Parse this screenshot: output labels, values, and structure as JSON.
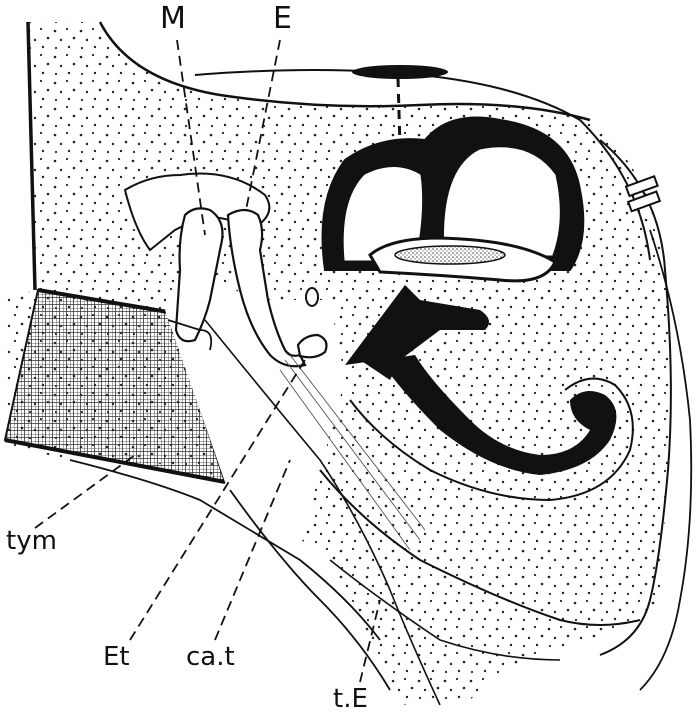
{
  "diagram": {
    "labels": {
      "M": "M",
      "E": "E",
      "tym": "tym",
      "Et": "Et",
      "cat": "ca.t",
      "tE": "t.E"
    }
  }
}
